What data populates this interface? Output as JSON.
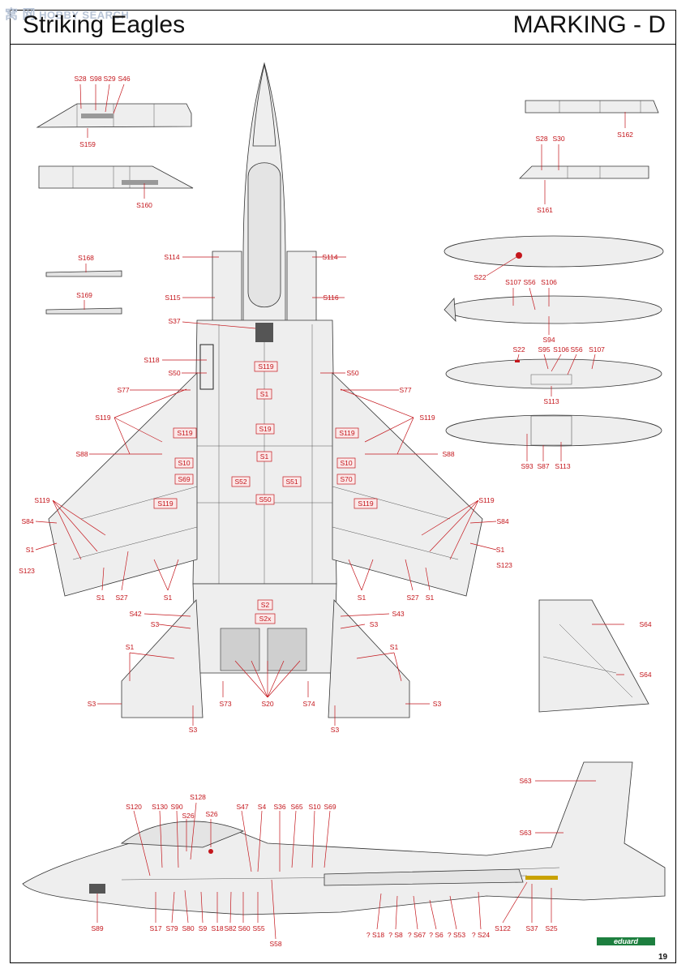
{
  "header": {
    "title": "Striking Eagles",
    "marking": "MARKING - D",
    "watermark": "HOBBY SEARCH",
    "watermark_cn": "窝 网"
  },
  "footer": {
    "brand": "eduard",
    "page_number": "19"
  },
  "colors": {
    "label": "#c4161c",
    "aircraft_grey": "#eeeeee",
    "brand_green": "#1d7f3f"
  },
  "labels": [
    {
      "id": "l-s28-top",
      "text": "S28"
    },
    {
      "id": "l-s98",
      "text": "S98"
    },
    {
      "id": "l-s29",
      "text": "S29"
    },
    {
      "id": "l-s46",
      "text": "S46"
    },
    {
      "id": "l-s159",
      "text": "S159"
    },
    {
      "id": "l-s160",
      "text": "S160"
    },
    {
      "id": "l-s168",
      "text": "S168"
    },
    {
      "id": "l-s169",
      "text": "S169"
    },
    {
      "id": "l-s162",
      "text": "S162"
    },
    {
      "id": "l-s28-r",
      "text": "S28"
    },
    {
      "id": "l-s30",
      "text": "S30"
    },
    {
      "id": "l-s161",
      "text": "S161"
    },
    {
      "id": "l-s22-a",
      "text": "S22"
    },
    {
      "id": "l-s107-a",
      "text": "S107"
    },
    {
      "id": "l-s56-a",
      "text": "S56"
    },
    {
      "id": "l-s106-a",
      "text": "S106"
    },
    {
      "id": "l-s94",
      "text": "S94"
    },
    {
      "id": "l-s22-b",
      "text": "S22"
    },
    {
      "id": "l-s95",
      "text": "S95"
    },
    {
      "id": "l-s106-b",
      "text": "S106"
    },
    {
      "id": "l-s56-b",
      "text": "S56"
    },
    {
      "id": "l-s107-b",
      "text": "S107"
    },
    {
      "id": "l-s113-a",
      "text": "S113"
    },
    {
      "id": "l-s93",
      "text": "S93"
    },
    {
      "id": "l-s87",
      "text": "S87"
    },
    {
      "id": "l-s113-b",
      "text": "S113"
    },
    {
      "id": "l-s114-l",
      "text": "S114"
    },
    {
      "id": "l-s114-r",
      "text": "S114"
    },
    {
      "id": "l-s115",
      "text": "S115"
    },
    {
      "id": "l-s116",
      "text": "S116"
    },
    {
      "id": "l-s37",
      "text": "S37"
    },
    {
      "id": "l-s118",
      "text": "S118"
    },
    {
      "id": "l-s50-l",
      "text": "S50"
    },
    {
      "id": "l-s50-r",
      "text": "S50"
    },
    {
      "id": "l-s77-l",
      "text": "S77"
    },
    {
      "id": "l-s77-r",
      "text": "S77"
    },
    {
      "id": "l-s119-l1",
      "text": "S119"
    },
    {
      "id": "l-s119-r1",
      "text": "S119"
    },
    {
      "id": "l-s88-l",
      "text": "S88"
    },
    {
      "id": "l-s88-r",
      "text": "S88"
    },
    {
      "id": "l-s119-l2",
      "text": "S119"
    },
    {
      "id": "l-s119-r2",
      "text": "S119"
    },
    {
      "id": "l-s84-l",
      "text": "S84"
    },
    {
      "id": "l-s84-r",
      "text": "S84"
    },
    {
      "id": "l-s1-l1",
      "text": "S1"
    },
    {
      "id": "l-s1-r1",
      "text": "S1"
    },
    {
      "id": "l-s123-l",
      "text": "S123"
    },
    {
      "id": "l-s123-r",
      "text": "S123"
    },
    {
      "id": "l-s1-l2",
      "text": "S1"
    },
    {
      "id": "l-s27-l",
      "text": "S27"
    },
    {
      "id": "l-s1-l3",
      "text": "S1"
    },
    {
      "id": "l-s1-r2",
      "text": "S1"
    },
    {
      "id": "l-s27-r",
      "text": "S27"
    },
    {
      "id": "l-s1-r3",
      "text": "S1"
    },
    {
      "id": "l-s42",
      "text": "S42"
    },
    {
      "id": "l-s43",
      "text": "S43"
    },
    {
      "id": "l-s3-l1",
      "text": "S3"
    },
    {
      "id": "l-s3-r1",
      "text": "S3"
    },
    {
      "id": "l-s1-l4",
      "text": "S1"
    },
    {
      "id": "l-s1-r4",
      "text": "S1"
    },
    {
      "id": "l-s3-l2",
      "text": "S3"
    },
    {
      "id": "l-s3-r2",
      "text": "S3"
    },
    {
      "id": "l-s73",
      "text": "S73"
    },
    {
      "id": "l-s20",
      "text": "S20"
    },
    {
      "id": "l-s74",
      "text": "S74"
    },
    {
      "id": "l-s3-l3",
      "text": "S3"
    },
    {
      "id": "l-s3-r3",
      "text": "S3"
    },
    {
      "id": "l-s64-a",
      "text": "S64"
    },
    {
      "id": "l-s64-b",
      "text": "S64"
    },
    {
      "id": "l-s63-a",
      "text": "S63"
    },
    {
      "id": "l-s63-b",
      "text": "S63"
    },
    {
      "id": "l-s120",
      "text": "S120"
    },
    {
      "id": "l-s130",
      "text": "S130"
    },
    {
      "id": "l-s90",
      "text": "S90"
    },
    {
      "id": "l-s128",
      "text": "S128"
    },
    {
      "id": "l-s26-a",
      "text": "S26"
    },
    {
      "id": "l-s26-b",
      "text": "S26"
    },
    {
      "id": "l-s47",
      "text": "S47"
    },
    {
      "id": "l-s4",
      "text": "S4"
    },
    {
      "id": "l-s36",
      "text": "S36"
    },
    {
      "id": "l-s65",
      "text": "S65"
    },
    {
      "id": "l-s10-side",
      "text": "S10"
    },
    {
      "id": "l-s69-side",
      "text": "S69"
    },
    {
      "id": "l-s89",
      "text": "S89"
    },
    {
      "id": "l-s17",
      "text": "S17"
    },
    {
      "id": "l-s79",
      "text": "S79"
    },
    {
      "id": "l-s80",
      "text": "S80"
    },
    {
      "id": "l-s9",
      "text": "S9"
    },
    {
      "id": "l-s18",
      "text": "S18"
    },
    {
      "id": "l-s82",
      "text": "S82"
    },
    {
      "id": "l-s60",
      "text": "S60"
    },
    {
      "id": "l-s55",
      "text": "S55"
    },
    {
      "id": "l-s58",
      "text": "S58"
    },
    {
      "id": "l-qs18",
      "text": "? S18"
    },
    {
      "id": "l-qs8",
      "text": "? S8"
    },
    {
      "id": "l-qs67",
      "text": "? S67"
    },
    {
      "id": "l-qs6",
      "text": "? S6"
    },
    {
      "id": "l-qs53",
      "text": "? S53"
    },
    {
      "id": "l-qs24",
      "text": "? S24"
    },
    {
      "id": "l-s122",
      "text": "S122"
    },
    {
      "id": "l-s37-side",
      "text": "S37"
    },
    {
      "id": "l-s25",
      "text": "S25"
    }
  ],
  "boxed_labels": [
    {
      "id": "b-s119-top",
      "text": "S119"
    },
    {
      "id": "b-s1-a",
      "text": "S1"
    },
    {
      "id": "b-s119-l",
      "text": "S119"
    },
    {
      "id": "b-s19",
      "text": "S19"
    },
    {
      "id": "b-s119-r",
      "text": "S119"
    },
    {
      "id": "b-s10-l",
      "text": "S10"
    },
    {
      "id": "b-s1-b",
      "text": "S1"
    },
    {
      "id": "b-s10-r",
      "text": "S10"
    },
    {
      "id": "b-s69",
      "text": "S69"
    },
    {
      "id": "b-s52",
      "text": "S52"
    },
    {
      "id": "b-s51",
      "text": "S51"
    },
    {
      "id": "b-s70",
      "text": "S70"
    },
    {
      "id": "b-s119-l2",
      "text": "S119"
    },
    {
      "id": "b-s50",
      "text": "S50"
    },
    {
      "id": "b-s119-r2",
      "text": "S119"
    },
    {
      "id": "b-s2",
      "text": "S2"
    },
    {
      "id": "b-s2x",
      "text": "S2x"
    }
  ]
}
